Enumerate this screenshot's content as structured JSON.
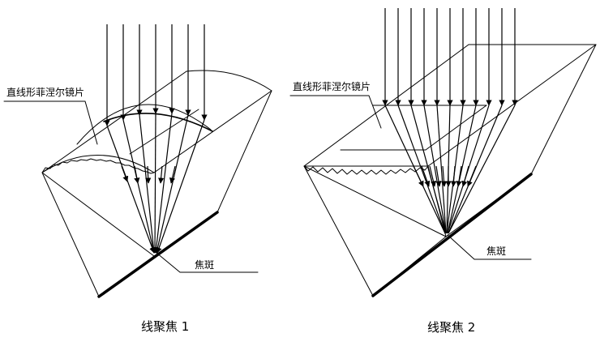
{
  "labels": {
    "lens_label_1": "直线形菲涅尔镜片",
    "spot_label_1": "焦斑",
    "caption_1": "线聚焦 1",
    "lens_label_2": "直线形菲涅尔镜片",
    "spot_label_2": "焦斑",
    "caption_2": "线聚焦 2"
  }
}
